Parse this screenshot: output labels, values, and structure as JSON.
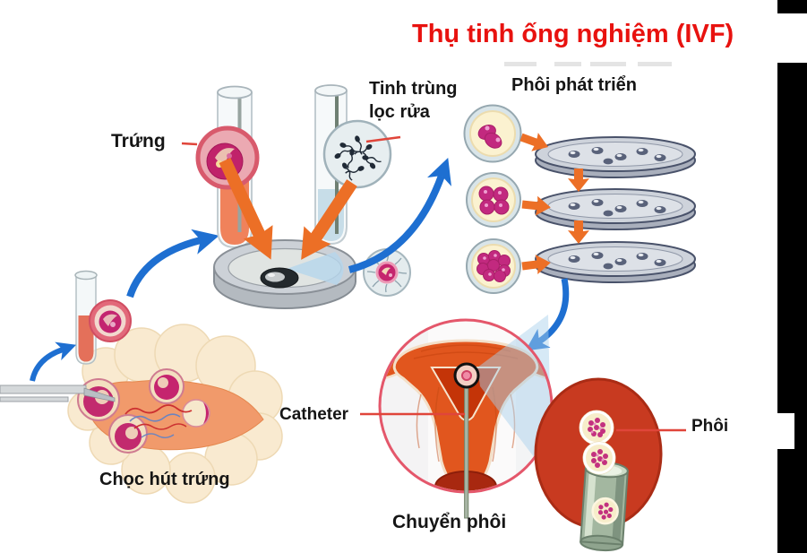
{
  "title": {
    "text": "Thụ tinh ống nghiệm (IVF)"
  },
  "labels": {
    "egg": "Trứng",
    "washed_sperm_lines": [
      "Tinh trùng",
      "lọc rửa"
    ],
    "embryo_development": "Phôi phát triển",
    "egg_retrieval": "Chọc hút trứng",
    "catheter": "Catheter",
    "embryo_transfer": "Chuyển phôi",
    "embryo": "Phôi"
  },
  "colors": {
    "title_red": "#e8120f",
    "label_black": "#151515",
    "pointer_line_red": "#e0453a",
    "arrow_blue": "#1e6fd1",
    "arrow_orange": "#ec6f26",
    "dish_gray": "#ccd1d7",
    "embryo_magenta": "#c2297f",
    "uterus_orange": "#e1561e",
    "closeup_red": "#c83a20",
    "artifact_black": "#000000"
  }
}
